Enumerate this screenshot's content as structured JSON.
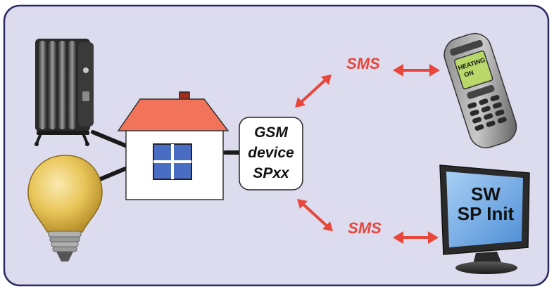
{
  "colors": {
    "panel_bg": "#dcdcee",
    "panel_border": "#2b2b62",
    "accent_red": "#e8463a",
    "house_wall": "#ffffff",
    "house_roof": "#f0735a",
    "window_blue": "#4a6dc4",
    "connector": "#1a1a1a",
    "bulb": "#e8c85a",
    "phone_screen": "#b8d86a",
    "monitor_screen": "#7fb2e6"
  },
  "gsm_device": {
    "line1": "GSM",
    "line2": "device",
    "line3": "SPxx"
  },
  "links": {
    "phone_label": "SMS",
    "monitor_label": "SMS"
  },
  "phone": {
    "screen_line1": "HEATING",
    "screen_line2": "ON"
  },
  "monitor": {
    "screen_line1": "SW",
    "screen_line2": "SP Init"
  },
  "icons": [
    "radiator-icon",
    "light-bulb-icon",
    "house-icon",
    "mobile-phone-icon",
    "monitor-icon"
  ]
}
